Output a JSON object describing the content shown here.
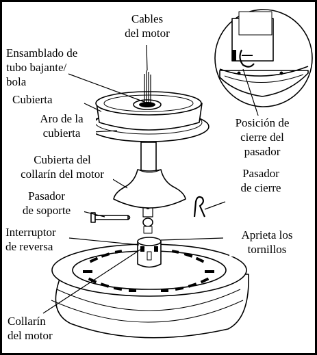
{
  "labels": {
    "motor_cables": "Cables\ndel motor",
    "downrod_ball": "Ensamblado de\ntubo bajante/\nbola",
    "canopy": "Cubierta",
    "canopy_ring": "Aro de la\ncubierta",
    "motor_collar_cover": "Cubierta del\ncollarín del motor",
    "support_pin": "Pasador\nde soporte",
    "reverse_switch": "Interruptor\nde reversa",
    "motor_collar": "Collarín\ndel motor",
    "pin_lock_position": "Posición de\ncierre del\npasador",
    "lock_pin": "Pasador\nde cierre",
    "tighten_screws": "Aprieta los\ntornillos"
  }
}
